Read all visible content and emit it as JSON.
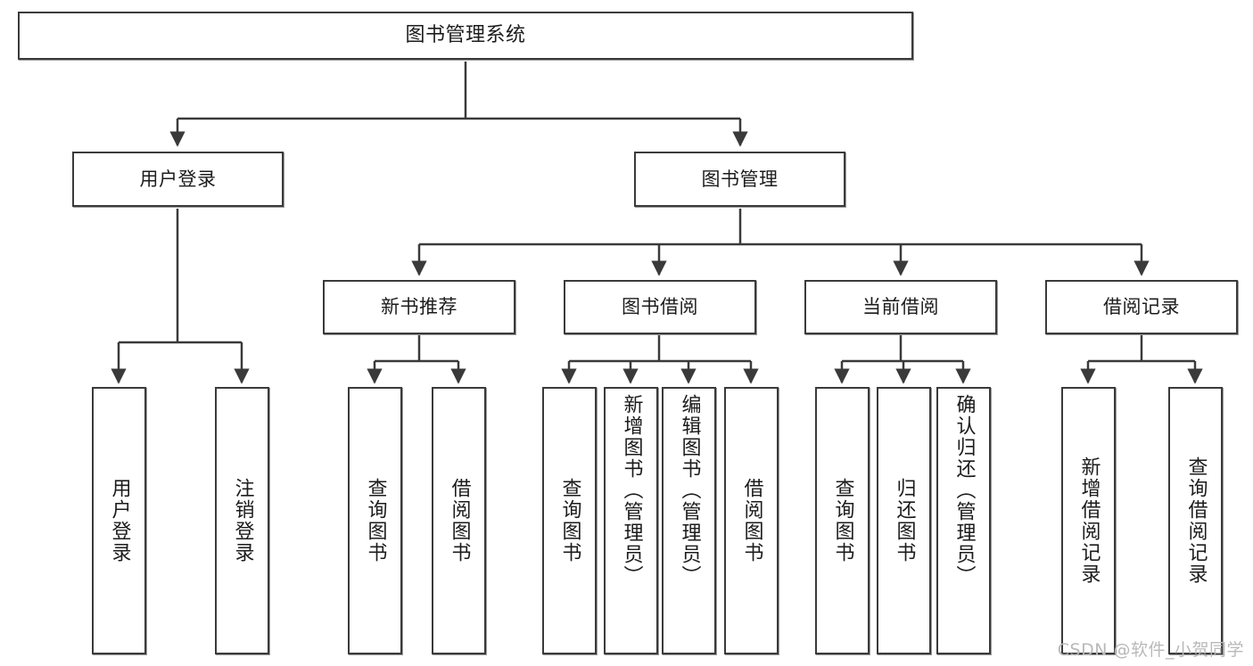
{
  "diagram": {
    "title": "图书管理系统",
    "type": "hierarchy-tree",
    "root": {
      "id": "root",
      "label": "图书管理系统"
    },
    "level1": [
      {
        "id": "user-login",
        "label": "用户登录"
      },
      {
        "id": "book-manage",
        "label": "图书管理"
      }
    ],
    "level2": [
      {
        "id": "new-book-rec",
        "label": "新书推荐",
        "parent": "book-manage"
      },
      {
        "id": "book-borrow",
        "label": "图书借阅",
        "parent": "book-manage"
      },
      {
        "id": "current-borrow",
        "label": "当前借阅",
        "parent": "book-manage"
      },
      {
        "id": "borrow-record",
        "label": "借阅记录",
        "parent": "book-manage"
      }
    ],
    "leaves": [
      {
        "id": "leaf-user-login",
        "label": "用户登录",
        "parent": "user-login"
      },
      {
        "id": "leaf-logout",
        "label": "注销登录",
        "parent": "user-login"
      },
      {
        "id": "leaf-query-book-1",
        "label": "查询图书",
        "parent": "new-book-rec"
      },
      {
        "id": "leaf-borrow-book-1",
        "label": "借阅图书",
        "parent": "new-book-rec"
      },
      {
        "id": "leaf-query-book-2",
        "label": "查询图书",
        "parent": "book-borrow"
      },
      {
        "id": "leaf-add-book",
        "label": "新增图书（管理员）",
        "parent": "book-borrow"
      },
      {
        "id": "leaf-edit-book",
        "label": "编辑图书（管理员）",
        "parent": "book-borrow"
      },
      {
        "id": "leaf-borrow-book-2",
        "label": "借阅图书",
        "parent": "book-borrow"
      },
      {
        "id": "leaf-query-book-3",
        "label": "查询图书",
        "parent": "current-borrow"
      },
      {
        "id": "leaf-return-book",
        "label": "归还图书",
        "parent": "current-borrow"
      },
      {
        "id": "leaf-confirm-return",
        "label": "确认归还（管理员）",
        "parent": "current-borrow"
      },
      {
        "id": "leaf-add-record",
        "label": "新增借阅记录",
        "parent": "borrow-record"
      },
      {
        "id": "leaf-query-record",
        "label": "查询借阅记录",
        "parent": "borrow-record"
      }
    ]
  },
  "watermark": {
    "text": "CSDN @软件_小贺同学"
  },
  "colors": {
    "stroke": "#3a3a3a",
    "box_fill": "#ffffff",
    "text": "#1c1c1c",
    "watermark": "#b9b9b9",
    "background": "#ffffff"
  }
}
